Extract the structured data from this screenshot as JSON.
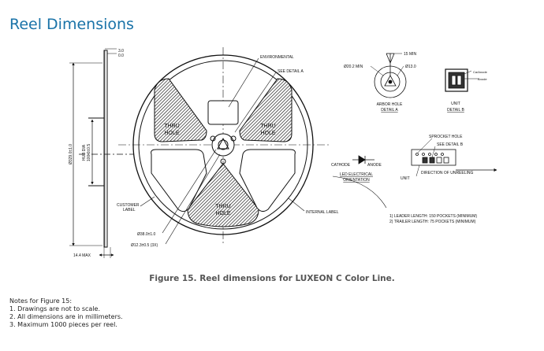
{
  "page": {
    "title": "Reel Dimensions",
    "caption": "Figure 15. Reel dimensions for LUXEON C Color Line."
  },
  "drawing": {
    "labels": {
      "environmental": "ENVIRONMENTAL",
      "see_detail_a": "SEE DETAIL A",
      "thru_hole": [
        "THRU",
        "HOLE"
      ],
      "customer_label": [
        "CUSTOMER",
        "LABEL"
      ],
      "internal_label": "INTERNAL LABEL",
      "dia_38": "Ø38.0±1.0",
      "dia_12": "Ø12.3±0.5 (3X)",
      "max_14_4": "14.4 MAX",
      "dim_top": [
        "3.0 ",
        "0.0"
      ],
      "dim_outer": "Ø329.0±1.0",
      "dim_hub": [
        "HUB DIA",
        "100.0±0.5"
      ],
      "min_20_2": "Ø20.2 MIN",
      "min_15": "15 MIN",
      "dia_13": "Ø13.0",
      "arbor_hole": "ARBOR HOLE",
      "detail_a": "DETAIL A",
      "unit": "UNIT",
      "detail_b": "DETAIL B",
      "ca_anode": "Ca/Anode",
      "anode_small": "Anode",
      "sprocket_hole": "SPROCKET HOLE",
      "see_detail_b": "SEE DETAIL B",
      "cathode": "CATHODE",
      "anode": "ANODE",
      "led_orientation": [
        "LED ELECTRICAL",
        "ORIENTATION"
      ],
      "unit_arrow": "UNIT",
      "direction": "DIRECTION OF UNREELING",
      "leader": "1) LEADER LENGTH: 150 POCKETS (MINIMUM)",
      "trailer": "2) TRAILER LENGTH: 75 POCKETS (MINIMUM)"
    }
  },
  "notes": {
    "heading": "Notes for Figure 15:",
    "items": [
      "1.  Drawings are not to scale.",
      "2.  All dimensions are in millimeters.",
      "3.  Maximum 1000 pieces per reel."
    ]
  }
}
